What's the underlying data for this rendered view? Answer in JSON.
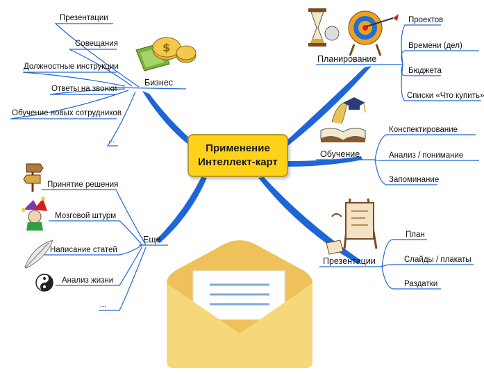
{
  "center": {
    "line1": "Применение",
    "line2": "Интеллект-карт"
  },
  "branches": {
    "business": {
      "label": "Бизнес",
      "icon": "money-icon",
      "items": [
        "Презентации",
        "Совещания",
        "Должностные инструкции",
        "Ответы на звонки",
        "Обучение новых сотрудников",
        "..."
      ]
    },
    "planning": {
      "label": "Планирование",
      "icon": "hourglass-target-icon",
      "items": [
        "Проектов",
        "Времени (дел)",
        "Бюджета",
        "Списки «Что купить»"
      ]
    },
    "learning": {
      "label": "Обучение",
      "icon": "book-graduation-icon",
      "items": [
        "Конспектирование",
        "Анализ / понимание",
        "Запоминание"
      ]
    },
    "presentations": {
      "label": "Презентации",
      "icon": "easel-icon",
      "items": [
        "План",
        "Слайды / плакаты",
        "Раздатки"
      ]
    },
    "more": {
      "label": "Еще",
      "items": [
        "Принятие решения",
        "Мозговой штурм",
        "Написание статей",
        "Анализ жизни",
        "..."
      ],
      "item_icons": [
        "signpost-icon",
        "jester-icon",
        "feather-icon",
        "yin-yang-icon"
      ]
    }
  },
  "colors": {
    "line": "#1e66d8",
    "center_fill": "#ffd21a",
    "envelope": "#f6d16b"
  }
}
